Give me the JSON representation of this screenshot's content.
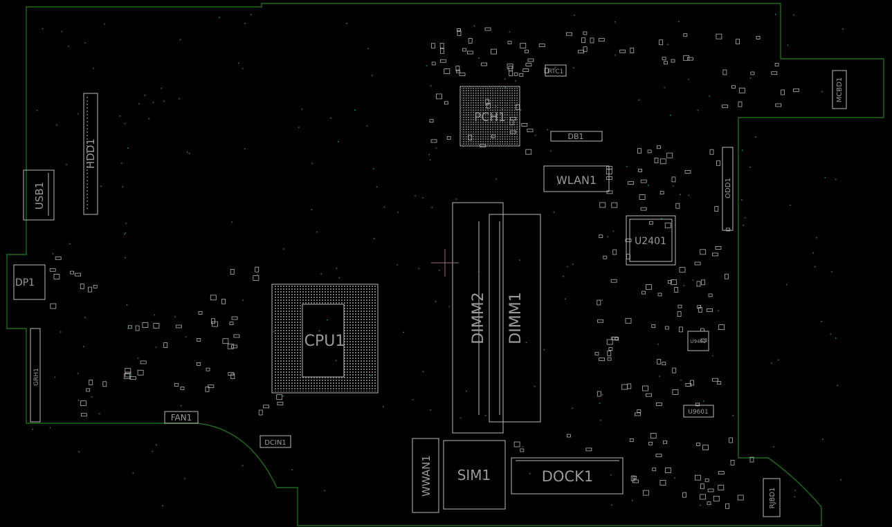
{
  "board": {
    "colors": {
      "background": "#000000",
      "outline": "#1f6b1f",
      "silkscreen": "#bdbdbd",
      "label": "#9a9a9a",
      "via": "#1e8a7a"
    },
    "components": [
      {
        "id": "cpu1",
        "label": "CPU1"
      },
      {
        "id": "pch1",
        "label": "PCH1"
      },
      {
        "id": "dimm2",
        "label": "DIMM2"
      },
      {
        "id": "dimm1",
        "label": "DIMM1"
      },
      {
        "id": "wlan1",
        "label": "WLAN1"
      },
      {
        "id": "u2401",
        "label": "U2401"
      },
      {
        "id": "sim1",
        "label": "SIM1"
      },
      {
        "id": "dock1",
        "label": "DOCK1"
      },
      {
        "id": "wwan1",
        "label": "WWAN1"
      },
      {
        "id": "usb1",
        "label": "USB1"
      },
      {
        "id": "hdd1",
        "label": "HDD1"
      },
      {
        "id": "dp1",
        "label": "DP1"
      },
      {
        "id": "fan1",
        "label": "FAN1"
      },
      {
        "id": "dcin1",
        "label": "DCIN1"
      },
      {
        "id": "rtc1",
        "label": "RTC1"
      },
      {
        "id": "db1",
        "label": "DB1"
      },
      {
        "id": "mcbd1",
        "label": "MCBD1"
      },
      {
        "id": "odd1",
        "label": "ODD1"
      },
      {
        "id": "u9402",
        "label": "U9402"
      },
      {
        "id": "u9601",
        "label": "U9601"
      },
      {
        "id": "rjbd1",
        "label": "RJBD1"
      },
      {
        "id": "grh1",
        "label": "GRH1"
      }
    ]
  }
}
